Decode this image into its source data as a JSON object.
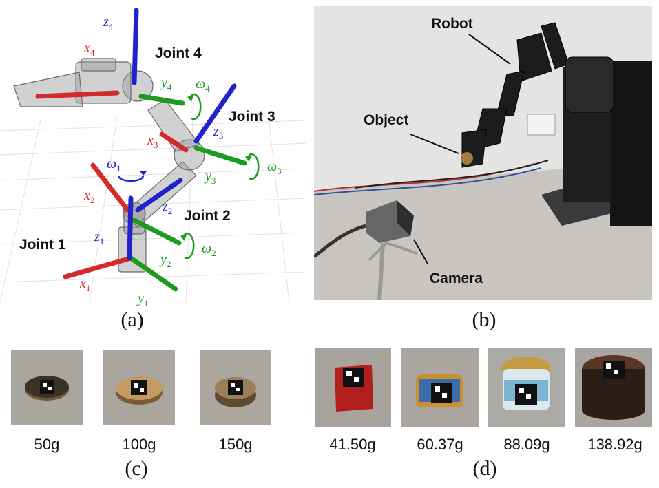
{
  "panel_a": {
    "caption": "(a)",
    "joints": {
      "joint1": "Joint 1",
      "joint2": "Joint 2",
      "joint3": "Joint 3",
      "joint4": "Joint 4"
    },
    "axes": {
      "x": "x",
      "y": "y",
      "z": "z",
      "omega": "ω",
      "sub1": "1",
      "sub2": "2",
      "sub3": "3",
      "sub4": "4"
    },
    "colors": {
      "x_axis": "#d42a2a",
      "y_axis": "#1e9a1e",
      "z_axis": "#2222cc"
    }
  },
  "panel_b": {
    "caption": "(b)",
    "labels": {
      "robot": "Robot",
      "object": "Object",
      "camera": "Camera"
    }
  },
  "panel_c": {
    "caption": "(c)",
    "masses": [
      "50g",
      "100g",
      "150g"
    ]
  },
  "panel_d": {
    "caption": "(d)",
    "masses": [
      "41.50g",
      "60.37g",
      "88.09g",
      "138.92g"
    ]
  }
}
